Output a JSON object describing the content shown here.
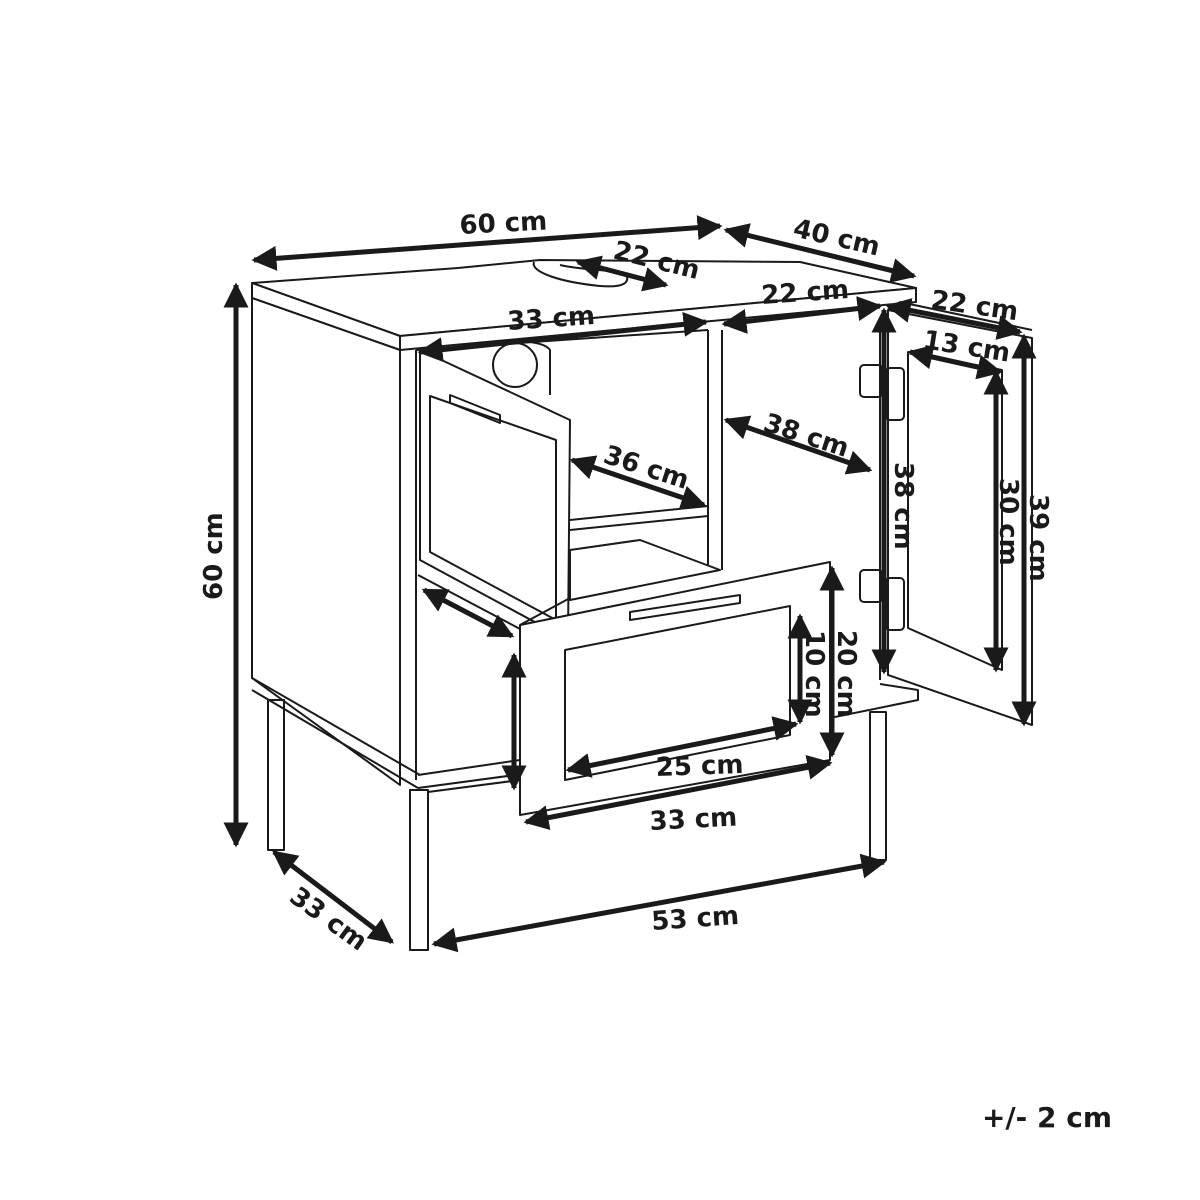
{
  "dimensions": {
    "top_width": "60 cm",
    "top_depth": "40 cm",
    "cutout": "22 cm",
    "inner_width": "33 cm",
    "right_compartment_width": "22 cm",
    "door_width": "22 cm",
    "door_panel_width": "13 cm",
    "compartment_depth": "38 cm",
    "shelf_depth": "36 cm",
    "height": "60 cm",
    "compartment_height": "38 cm",
    "door_panel_height": "30 cm",
    "door_height": "39 cm",
    "drawer_front_inner_height": "10 cm",
    "drawer_height": "20 cm",
    "drawer_inner_width": "25 cm",
    "drawer_width": "33 cm",
    "leg_depth": "33 cm",
    "leg_width": "53 cm"
  },
  "tolerance": "+/- 2 cm",
  "colors": {
    "line": "#1a1a1a",
    "arrow": "#1a1a1a",
    "background": "#ffffff"
  }
}
